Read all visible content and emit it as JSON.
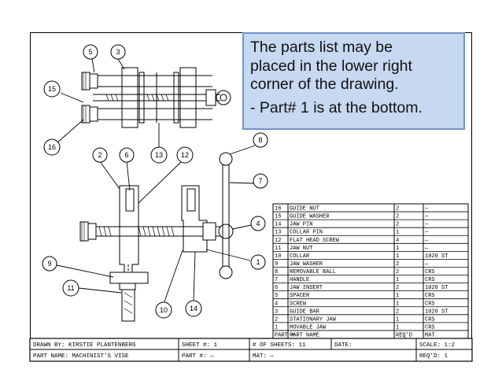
{
  "callout": {
    "lines": [
      "The parts list may be",
      "placed in the lower right",
      "corner of the drawing.",
      "- Part# 1 is at the bottom."
    ]
  },
  "balloons": [
    "5",
    "3",
    "15",
    "16",
    "2",
    "6",
    "13",
    "12",
    "8",
    "7",
    "4",
    "1",
    "9",
    "11",
    "10",
    "14"
  ],
  "parts_list": {
    "rows": [
      {
        "part": "16",
        "name": "GUIDE NUT",
        "qty": "2",
        "mat": "—"
      },
      {
        "part": "15",
        "name": "GUIDE WASHER",
        "qty": "2",
        "mat": "—"
      },
      {
        "part": "14",
        "name": "JAW PIN",
        "qty": "2",
        "mat": "—"
      },
      {
        "part": "13",
        "name": "COLLAR PIN",
        "qty": "1",
        "mat": "—"
      },
      {
        "part": "12",
        "name": "FLAT HEAD SCREW",
        "qty": "4",
        "mat": "—"
      },
      {
        "part": "11",
        "name": "JAW NUT",
        "qty": "1",
        "mat": "—"
      },
      {
        "part": "10",
        "name": "COLLAR",
        "qty": "1",
        "mat": "1020 ST"
      },
      {
        "part": "9",
        "name": "JAW WASHER",
        "qty": "2",
        "mat": "—"
      },
      {
        "part": "8",
        "name": "REMOVABLE BALL",
        "qty": "2",
        "mat": "CRS"
      },
      {
        "part": "7",
        "name": "HANDLE",
        "qty": "1",
        "mat": "CRS"
      },
      {
        "part": "6",
        "name": "JAW INSERT",
        "qty": "2",
        "mat": "1020 ST"
      },
      {
        "part": "5",
        "name": "SPACER",
        "qty": "1",
        "mat": "CRS"
      },
      {
        "part": "4",
        "name": "SCREW",
        "qty": "1",
        "mat": "CRS"
      },
      {
        "part": "3",
        "name": "GUIDE BAR",
        "qty": "2",
        "mat": "1020 ST"
      },
      {
        "part": "2",
        "name": "STATIONARY JAW",
        "qty": "1",
        "mat": "CRS"
      },
      {
        "part": "1",
        "name": "MOVABLE JAW",
        "qty": "1",
        "mat": "CRS"
      }
    ],
    "header": {
      "part": "PART #",
      "name": "PART NAME",
      "qty": "REQ'D",
      "mat": "MAT"
    }
  },
  "title_block": {
    "drawn_by": "DRAWN BY: KIRSTIE PLANTENBERG",
    "sheet_no": "SHEET #: 1",
    "num_sheets": "# OF SHEETS: 11",
    "date": "DATE:",
    "scale": "SCALE: 1:2",
    "part_name": "PART NAME: MACHINIST'S VISE",
    "part_no": "PART #: —",
    "mat": "MAT: —",
    "reqd": "REQ'D: 1"
  }
}
